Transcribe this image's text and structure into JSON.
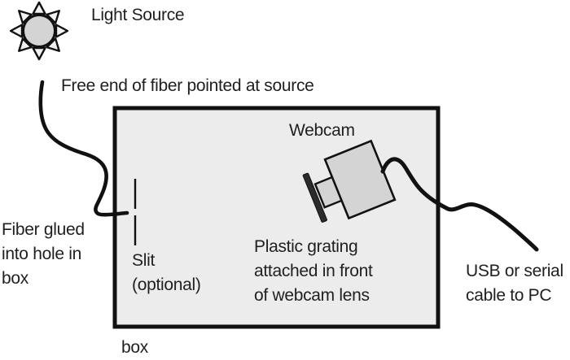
{
  "diagram": {
    "description": "Schematic of a webcam spectrometer built in a box",
    "labels": {
      "light_source": "Light Source",
      "free_end": "Free end of fiber pointed at source",
      "webcam": "Webcam",
      "fiber_glued": "Fiber glued\ninto hole in\nbox",
      "slit": "Slit\n(optional)",
      "grating": "Plastic grating\nattached in front\nof webcam lens",
      "usb": "USB or serial\ncable to PC",
      "box": "box"
    },
    "icons": {
      "sun": "sun-icon"
    }
  },
  "colors": {
    "background": "#ffffff",
    "box_fill": "#ececec",
    "shape_fill": "#d4d4d4",
    "ray_fill": "#f2f2f2",
    "grating_fill": "#2b2b2b",
    "line": "#111111",
    "text": "#1f1f1f"
  }
}
